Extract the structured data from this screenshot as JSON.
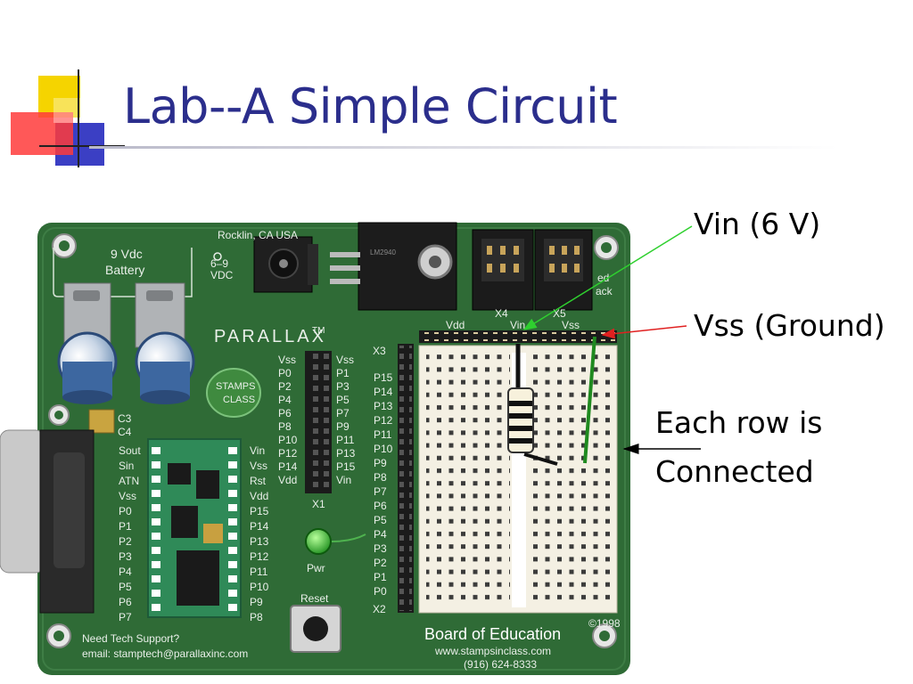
{
  "slide": {
    "title": "Lab--A Simple Circuit",
    "annotations": {
      "vin": "Vin (6 V)",
      "vss": "Vss (Ground)",
      "rows_line1": "Each row is",
      "rows_line2": "Connected"
    }
  },
  "board": {
    "battery_label_1": "9 Vdc",
    "battery_label_2": "Battery",
    "barrel_voltage_1": "6–9",
    "barrel_voltage_2": "VDC",
    "origin": "Rocklin, CA USA",
    "brand": "PARALLAX",
    "logo_line1": "STAMPS",
    "logo_line2": "CLASS",
    "cap_labels": [
      "C3",
      "C4"
    ],
    "stamp_left_pins": [
      "Sout",
      "Sin",
      "ATN",
      "Vss",
      "P0",
      "P1",
      "P2",
      "P3",
      "P4",
      "P5",
      "P6",
      "P7"
    ],
    "stamp_right_pins": [
      "Vin",
      "Vss",
      "Rst",
      "Vdd",
      "P15",
      "P14",
      "P13",
      "P12",
      "P11",
      "P10",
      "P9",
      "P8"
    ],
    "header_left_pins": [
      "Vss",
      "P0",
      "P2",
      "P4",
      "P6",
      "P8",
      "P10",
      "P12",
      "P14",
      "Vdd"
    ],
    "header_right_pins": [
      "Vss",
      "P1",
      "P3",
      "P5",
      "P7",
      "P9",
      "P11",
      "P13",
      "P15",
      "Vin"
    ],
    "header_name": "X1",
    "breadboard_pins": [
      "P15",
      "P14",
      "P13",
      "P12",
      "P11",
      "P10",
      "P9",
      "P8",
      "P7",
      "P6",
      "P5",
      "P4",
      "P3",
      "P2",
      "P1",
      "P0"
    ],
    "x3": "X3",
    "x2": "X2",
    "x4": "X4",
    "x5": "X5",
    "rail_labels": [
      "Vdd",
      "Vin",
      "Vss"
    ],
    "servo_label_1": "ed",
    "servo_label_2": "ack",
    "pwr": "Pwr",
    "reset": "Reset",
    "board_name": "Board of Education",
    "copyright": "©1998",
    "website": "www.stampsinclass.com",
    "phone": "(916) 624-8333",
    "support_1": "Need Tech Support?",
    "support_2": "email: stamptech@parallaxinc.com"
  },
  "colors": {
    "title": "#2b2e8c",
    "pcb": "#2f6b36",
    "arrow_vin": "#2fd02f",
    "arrow_vss": "#e02020",
    "wire": "#1f8a1f"
  },
  "icons": [
    "corner-decoration-icon",
    "led-icon",
    "reset-button-icon",
    "power-jack-icon",
    "serial-port-icon"
  ]
}
